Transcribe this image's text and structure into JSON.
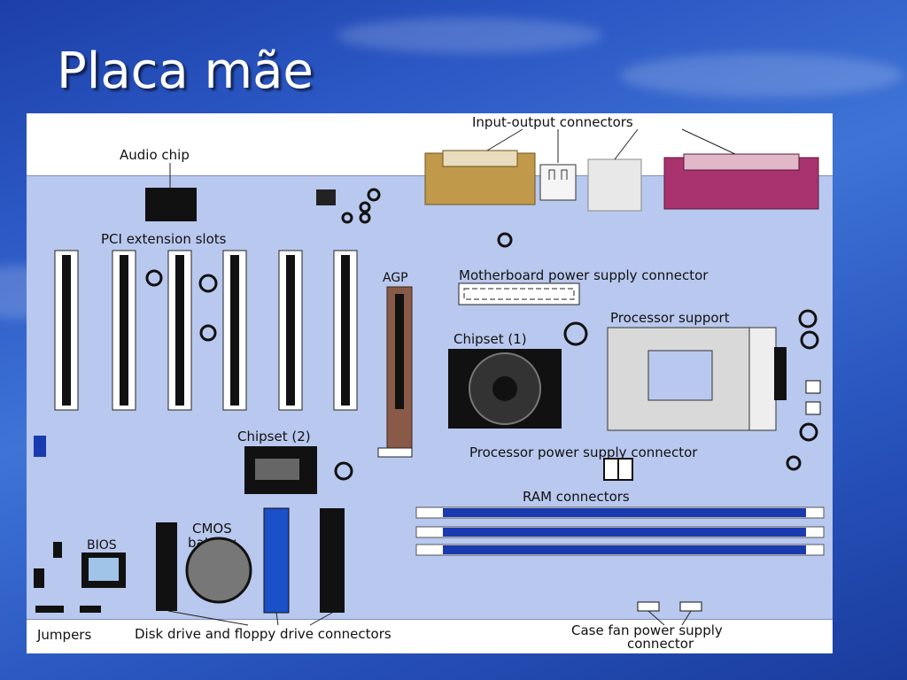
{
  "slide": {
    "title": "Placa mãe"
  },
  "diagram": {
    "labels": {
      "audio_chip": "Audio chip",
      "io_connectors": "Input-output connectors",
      "pci_slots": "PCI extension slots",
      "agp": "AGP",
      "mb_power": "Motherboard power supply connector",
      "processor_support": "Processor support",
      "chipset1": "Chipset (1)",
      "chipset2": "Chipset (2)",
      "proc_power": "Processor power supply connector",
      "ram": "RAM connectors",
      "cmos_line1": "CMOS",
      "cmos_line2": "battery",
      "bios": "BIOS",
      "jumpers": "Jumpers",
      "disk": "Disk drive and floppy drive connectors",
      "case_fan_line1": "Case fan power supply",
      "case_fan_line2": "connector"
    }
  }
}
